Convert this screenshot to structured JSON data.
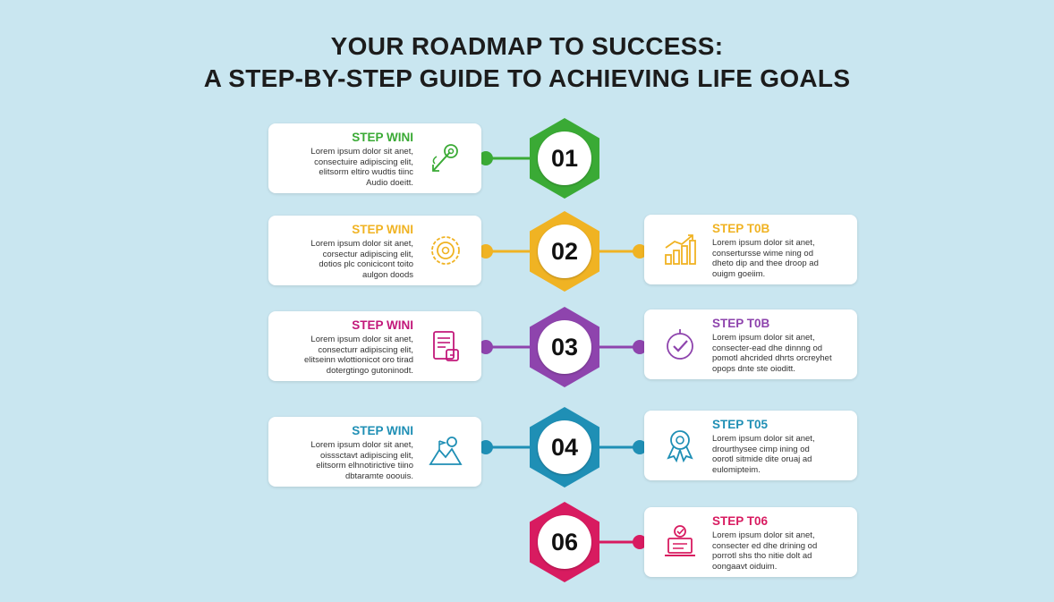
{
  "title": {
    "line1": "YOUR ROADMAP TO SUCCESS:",
    "line2": "A STEP-BY-STEP GUIDE TO ACHIEVING LIFE GOALS"
  },
  "nodes": [
    {
      "number": "01",
      "color": "#3aaa35"
    },
    {
      "number": "02",
      "color": "#f0b323"
    },
    {
      "number": "03",
      "color": "#8e44ad"
    },
    {
      "number": "04",
      "color": "#1f8fb5"
    },
    {
      "number": "06",
      "color": "#d81b60"
    }
  ],
  "cards": [
    {
      "title": "STEP WINI",
      "color": "#3aaa35",
      "icon": "target-arrow-icon",
      "lines": [
        "Lorem ipsum dolor sit anet,",
        "consectuire adipiscing elit,",
        "elitsorm eltiro wudtis tiinc",
        "Audio doeitt."
      ]
    },
    {
      "title": "STEP WINI",
      "color": "#f0b323",
      "icon": "gear-badge-icon",
      "lines": [
        "Lorem ipsum dolor sit anet,",
        "corsectur adipiscing elit,",
        "dotios plc conicicont toito",
        "aulgon doods"
      ]
    },
    {
      "title": "STEP T0B",
      "color": "#f0b323",
      "icon": "growth-chart-icon",
      "lines": [
        "Lorem ipsum dolor sit anet,",
        "consertursse wime ning od",
        "dheto dip and thee droop ad",
        "ouigm goeiim."
      ]
    },
    {
      "title": "STEP WINI",
      "color": "#c2187a",
      "icon": "document-checklist-icon",
      "lines": [
        "Lorem ipsum dolor sit anet,",
        "consecturr adipiscing elit,",
        "elitseinn wlottionicot oro tirad",
        "dotergtingo gutoninodt."
      ]
    },
    {
      "title": "STEP T0B",
      "color": "#8e44ad",
      "icon": "checkmark-circle-icon",
      "lines": [
        "Lorem ipsum dolor sit anet,",
        "consecter-ead dhe dinnng od",
        "pomotl ahcrided dhrts orcreyhet",
        "opops dnte ste oioditt."
      ]
    },
    {
      "title": "STEP WINI",
      "color": "#1f8fb5",
      "icon": "mountain-flag-icon",
      "lines": [
        "Lorem ipsum dolor sit anet,",
        "oisssctavt adipiscing elit,",
        "elitsorm elhnotirictive tiino",
        "dbtaramte ooouis."
      ]
    },
    {
      "title": "STEP T05",
      "color": "#1f8fb5",
      "icon": "award-ribbon-icon",
      "lines": [
        "Lorem ipsum dolor sit anet,",
        "drourthysee cimp ining od",
        "oorotl sitmide dite oruaj ad",
        "eulomipteim."
      ]
    },
    {
      "title": "STEP T06",
      "color": "#d81b60",
      "icon": "laptop-check-icon",
      "lines": [
        "Lorem ipsum dolor sit anet,",
        "consecter ed dhe drining od",
        "porrotl shs tho nitie dolt ad",
        "oongaavt oiduim."
      ]
    }
  ]
}
